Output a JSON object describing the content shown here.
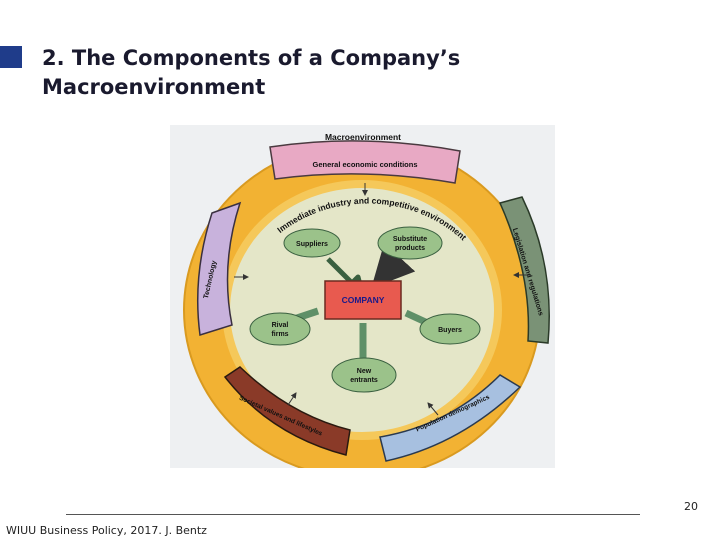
{
  "title": {
    "line1": "2. The Components of a Company’s",
    "line2": "Macroenvironment"
  },
  "diagram": {
    "outer_label": "Macroenvironment",
    "inner_label": "Immediate industry and competitive environment",
    "center": "COMPANY",
    "macro_forces": {
      "top": "General economic conditions",
      "left": "Technology",
      "right": "Legislation and regulations",
      "bottom_left": "Societal values and lifestyles",
      "bottom_right": "Population demographics"
    },
    "industry_forces": {
      "suppliers": "Suppliers",
      "substitute_line1": "Substitute",
      "substitute_line2": "products",
      "rival_line1": "Rival",
      "rival_line2": "firms",
      "buyers": "Buyers",
      "new_entrants_line1": "New",
      "new_entrants_line2": "entrants"
    },
    "colors": {
      "outer_ring": "#f2b233",
      "inner_circle": "#e4e6c8",
      "company_box": "#e85a4f",
      "company_text": "#1a1a8a",
      "ellipse_fill": "#9bc28a",
      "arrow": "#5f9068",
      "top_band": "#e8a9c4",
      "left_band": "#c8b2dc",
      "right_band": "#7a9276",
      "bottom_left_band": "#8a3a28",
      "bottom_right_band": "#a7c0e0",
      "title_square": "#1f3c8a"
    }
  },
  "footer": {
    "text": "WIUU Business Policy, 2017. J. Bentz",
    "page": "20"
  }
}
